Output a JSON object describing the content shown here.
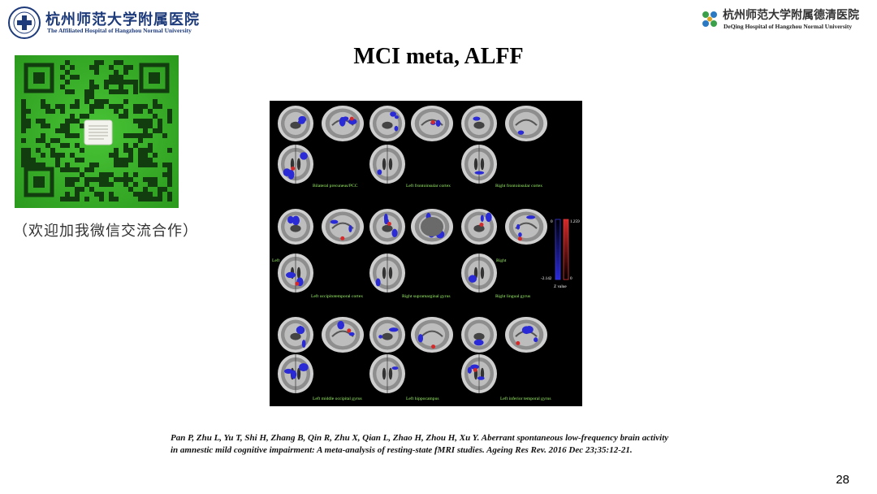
{
  "header": {
    "left_logo": {
      "name_cn": "杭州师范大学附属医院",
      "name_en": "The Affiliated Hospital of Hangzhou Normal University"
    },
    "right_logo": {
      "name_cn": "杭州师范大学附属德清医院",
      "name_en": "DeQing Hospital of Hangzhou Normal University"
    }
  },
  "slide": {
    "title": "MCI meta, ALFF",
    "qr_caption": "（欢迎加我微信交流合作）",
    "citation_line1": "Pan P, Zhu L, Yu T, Shi H, Zhang B, Qin R, Zhu X, Qian L, Zhao H, Zhou H, Xu Y. Aberrant spontaneous low-frequency brain activity",
    "citation_line2": "in amnestic mild cognitive impairment: A meta-analysis of resting-state fMRI studies. Ageing Res Rev. 2016 Dec 23;35:12-21.",
    "page_number": "28"
  },
  "figure": {
    "region_labels": [
      "Bilateral precuneus/PCC",
      "Left frontoinsular cortex",
      "Right frontoinsular cortex",
      "Left occipitotemporal cortex",
      "Right supramarginal gyrus",
      "Right lingual gyrus",
      "Left middle occipital gyrus",
      "Left hippocampus",
      "Left inferior temporal gyrus"
    ],
    "side_left": "Left",
    "side_right": "Right",
    "colorbar": {
      "top_left": "0",
      "top_right": "1.259",
      "bottom_left": "-2.142",
      "bottom_right": "0",
      "label": "Z value",
      "negative_color": "#2a2ad6",
      "positive_color": "#d42a2a"
    }
  },
  "colors": {
    "qr_green": "#3cb82a",
    "label_green": "#9ff86a",
    "logo_blue": "#1d3a7a"
  }
}
